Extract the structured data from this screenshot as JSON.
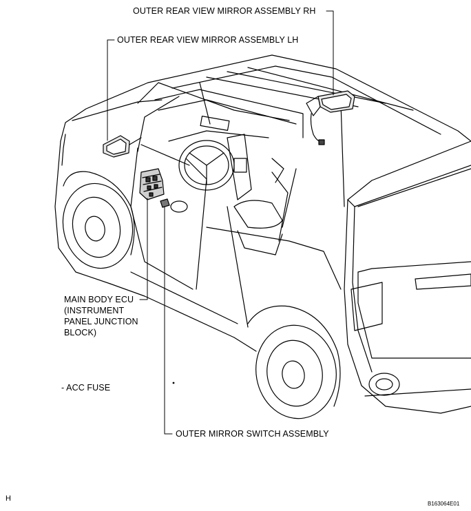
{
  "labels": {
    "mirror_rh": "OUTER REAR VIEW MIRROR ASSEMBLY RH",
    "mirror_lh": "OUTER REAR VIEW MIRROR ASSEMBLY LH",
    "ecu_line1": "MAIN BODY ECU",
    "ecu_line2": "(INSTRUMENT",
    "ecu_line3": "PANEL JUNCTION",
    "ecu_line4": "BLOCK)",
    "acc_fuse": "- ACC FUSE",
    "switch": "OUTER MIRROR SWITCH ASSEMBLY"
  },
  "footer": {
    "corner_letter": "H",
    "figure_id": "B163064E01"
  }
}
